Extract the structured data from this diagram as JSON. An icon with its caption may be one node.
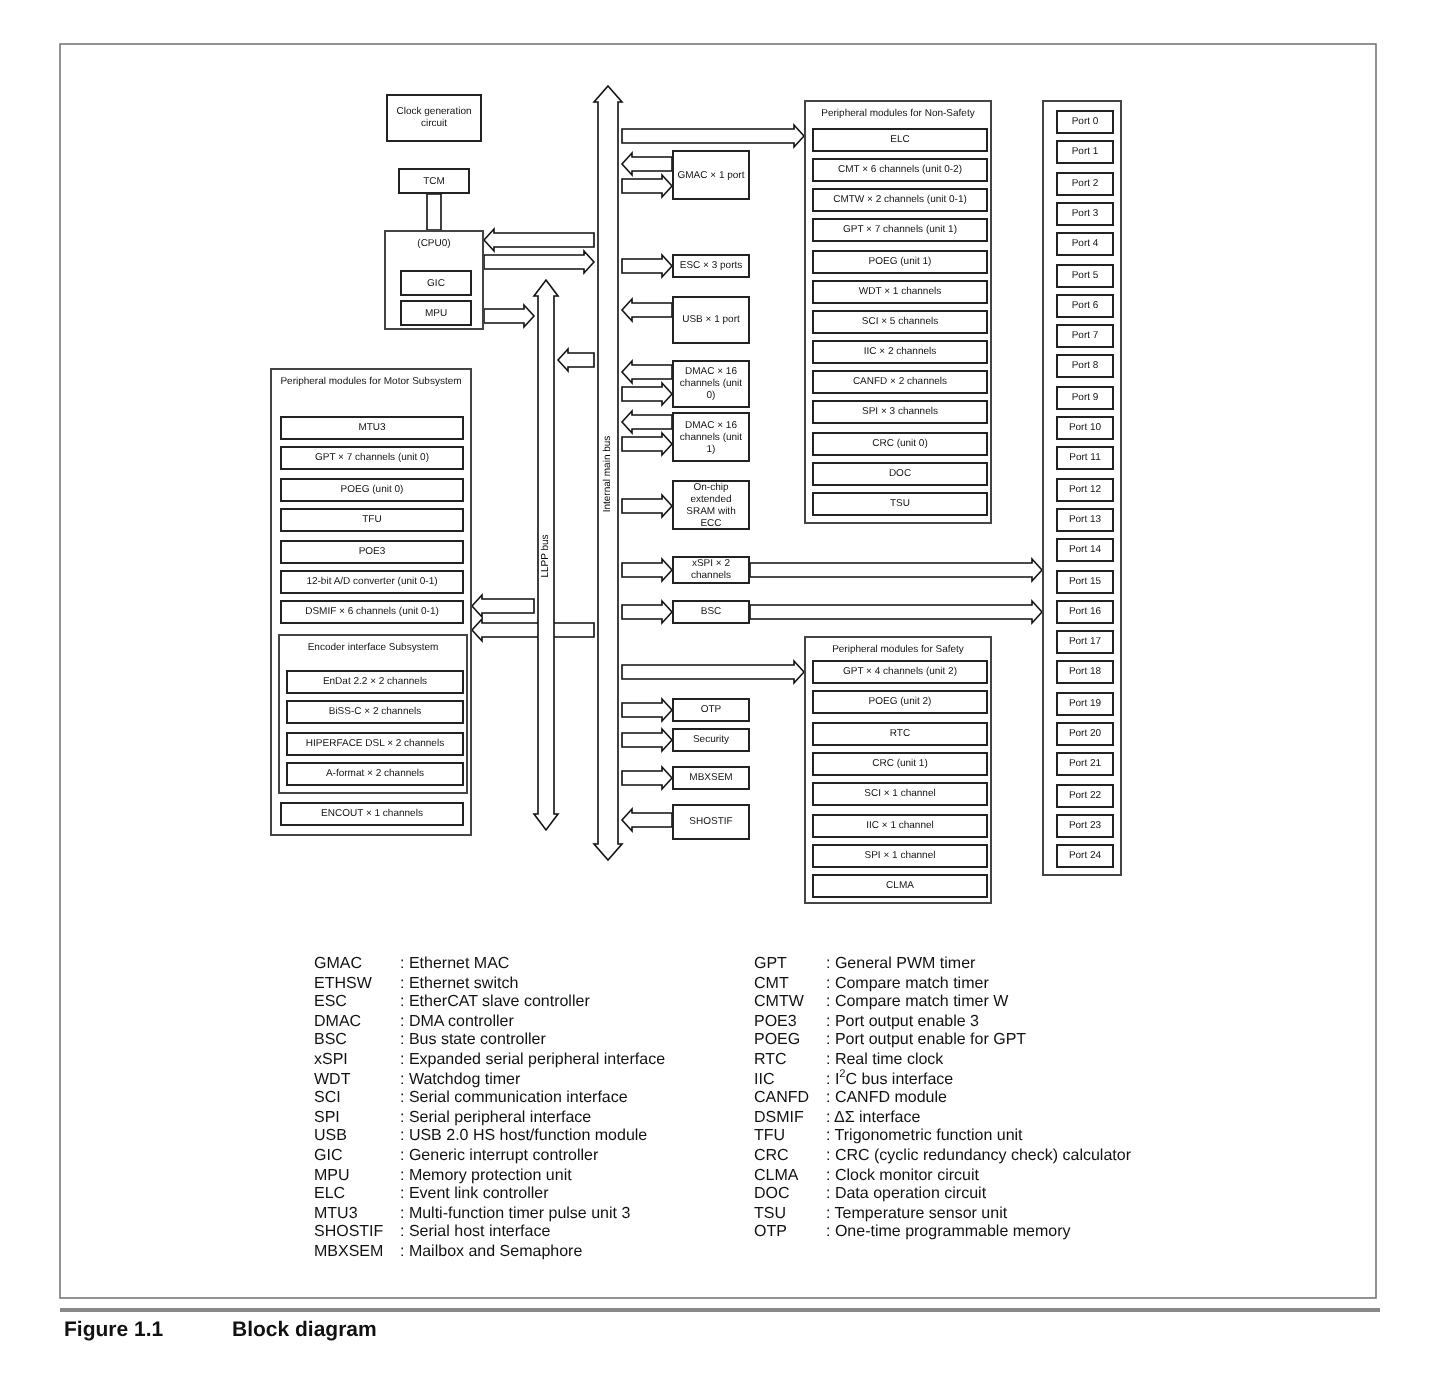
{
  "diagram": {
    "caption": "Figure 1.1",
    "nodes": [
      {
        "text": [
          "Clock generation circuit"
        ]
      },
      {
        "text": [
          "TCM"
        ]
      },
      {
        "text": [
          "(CPU0)"
        ]
      },
      {
        "text": [
          "GIC"
        ],
        "in": 2
      },
      {
        "text": [
          "MPU"
        ],
        "in": 2
      },
      {
        "text": [
          "Peripheral modules for Motor Subsystem"
        ]
      },
      {
        "text": [
          "MTU3"
        ],
        "in": 5
      },
      {
        "text": [
          "GPT × 7 channels (unit 0)"
        ],
        "in": 5
      },
      {
        "text": [
          "POEG (unit 0)"
        ],
        "in": 5
      },
      {
        "text": [
          "TFU"
        ],
        "in": 5
      },
      {
        "text": [
          "POE3"
        ],
        "in": 5
      },
      {
        "text": [
          "12-bit A/D converter (unit 0-1)"
        ],
        "in": 5
      },
      {
        "text": [
          "DSMIF × 6 channels (unit 0-1)"
        ],
        "in": 5
      },
      {
        "text": [
          "Encoder interface Subsystem"
        ],
        "in": 5
      },
      {
        "text": [
          "EnDat 2.2 × 2 channels"
        ],
        "in": 13
      },
      {
        "text": [
          "BiSS-C × 2 channels"
        ],
        "in": 13
      },
      {
        "text": [
          "HIPERFACE DSL × 2 channels"
        ],
        "in": 13
      },
      {
        "text": [
          "A-format × 2 channels"
        ],
        "in": 13
      },
      {
        "text": [
          "ENCOUT × 1 channels"
        ],
        "in": 5
      },
      {
        "text": [
          "LLPP bus"
        ]
      },
      {
        "text": [
          "Internal main bus"
        ]
      },
      {
        "text": [
          "GMAC × 1 port"
        ]
      },
      {
        "text": [
          "ESC × 3 ports"
        ]
      },
      {
        "text": [
          "USB × 1 port"
        ]
      },
      {
        "text": [
          "DMAC × 16 channels (unit 0)"
        ]
      },
      {
        "text": [
          "DMAC × 16 channels (unit 1)"
        ]
      },
      {
        "text": [
          "On-chip extended SRAM with ECC"
        ]
      },
      {
        "text": [
          "xSPI × 2 channels"
        ]
      },
      {
        "text": [
          "BSC"
        ]
      },
      {
        "text": [
          "OTP"
        ]
      },
      {
        "text": [
          "Security"
        ]
      },
      {
        "text": [
          "MBXSEM"
        ]
      },
      {
        "text": [
          "SHOSTIF"
        ]
      },
      {
        "text": [
          "Peripheral modules for Non-Safety"
        ]
      },
      {
        "text": [
          "ELC"
        ],
        "in": 33
      },
      {
        "text": [
          "CMT × 6 channels (unit 0-2)"
        ],
        "in": 33
      },
      {
        "text": [
          "CMTW × 2 channels (unit 0-1)"
        ],
        "in": 33
      },
      {
        "text": [
          "GPT × 7 channels (unit 1)"
        ],
        "in": 33
      },
      {
        "text": [
          "POEG (unit 1)"
        ],
        "in": 33
      },
      {
        "text": [
          "WDT × 1 channels"
        ],
        "in": 33
      },
      {
        "text": [
          "SCI × 5 channels"
        ],
        "in": 33
      },
      {
        "text": [
          "IIC × 2 channels"
        ],
        "in": 33
      },
      {
        "text": [
          "CANFD × 2 channels"
        ],
        "in": 33
      },
      {
        "text": [
          "SPI × 3 channels"
        ],
        "in": 33
      },
      {
        "text": [
          "CRC (unit 0)"
        ],
        "in": 33
      },
      {
        "text": [
          "DOC"
        ],
        "in": 33
      },
      {
        "text": [
          "TSU"
        ],
        "in": 33
      },
      {
        "text": [
          "Peripheral modules for Safety"
        ]
      },
      {
        "text": [
          "GPT × 4 channels (unit 2)"
        ],
        "in": 47
      },
      {
        "text": [
          "POEG (unit 2)"
        ],
        "in": 47
      },
      {
        "text": [
          "RTC"
        ],
        "in": 47
      },
      {
        "text": [
          "CRC (unit 1)"
        ],
        "in": 47
      },
      {
        "text": [
          "SCI × 1 channel"
        ],
        "in": 47
      },
      {
        "text": [
          "IIC × 1 channel"
        ],
        "in": 47
      },
      {
        "text": [
          "SPI × 1 channel"
        ],
        "in": 47
      },
      {
        "text": [
          "CLMA"
        ],
        "in": 47
      },
      {
        "text": [],
        "shape": "box"
      },
      {
        "text": [
          "Port 0"
        ],
        "in": 56
      },
      {
        "text": [
          "Port 1"
        ],
        "in": 56
      },
      {
        "text": [
          "Port 2"
        ],
        "in": 56
      },
      {
        "text": [
          "Port 3"
        ],
        "in": 56
      },
      {
        "text": [
          "Port 4"
        ],
        "in": 56
      },
      {
        "text": [
          "Port 5"
        ],
        "in": 56
      },
      {
        "text": [
          "Port 6"
        ],
        "in": 56
      },
      {
        "text": [
          "Port 7"
        ],
        "in": 56
      },
      {
        "text": [
          "Port 8"
        ],
        "in": 56
      },
      {
        "text": [
          "Port 9"
        ],
        "in": 56
      },
      {
        "text": [
          "Port 10"
        ],
        "in": 56
      },
      {
        "text": [
          "Port 11"
        ],
        "in": 56
      },
      {
        "text": [
          "Port 12"
        ],
        "in": 56
      },
      {
        "text": [
          "Port 13"
        ],
        "in": 56
      },
      {
        "text": [
          "Port 14"
        ],
        "in": 56
      },
      {
        "text": [
          "Port 15"
        ],
        "in": 56
      },
      {
        "text": [
          "Port 16"
        ],
        "in": 56
      },
      {
        "text": [
          "Port 17"
        ],
        "in": 56
      },
      {
        "text": [
          "Port 18"
        ],
        "in": 56
      },
      {
        "text": [
          "Port 19"
        ],
        "in": 56
      },
      {
        "text": [
          "Port 20"
        ],
        "in": 56
      },
      {
        "text": [
          "Port 21"
        ],
        "in": 56
      },
      {
        "text": [
          "Port 22"
        ],
        "in": 56
      },
      {
        "text": [
          "Port 23"
        ],
        "in": 56
      },
      {
        "text": [
          "Port 24"
        ],
        "in": 56
      }
    ],
    "edges": [
      {
        "from": 20,
        "to": 33,
        "arrow": "to"
      },
      {
        "from": 21,
        "to": 20,
        "arrow": "to"
      },
      {
        "from": 20,
        "to": 21,
        "arrow": "to"
      },
      {
        "from": 20,
        "to": 2,
        "arrow": "to"
      },
      {
        "from": 2,
        "to": 20,
        "arrow": "to"
      },
      {
        "from": 20,
        "to": 22,
        "arrow": "to"
      },
      {
        "from": 23,
        "to": 20,
        "arrow": "to"
      },
      {
        "from": 2,
        "to": 19,
        "arrow": "to"
      },
      {
        "from": 20,
        "to": 19,
        "arrow": "to"
      },
      {
        "from": 24,
        "to": 20,
        "arrow": "to"
      },
      {
        "from": 20,
        "to": 24,
        "arrow": "to"
      },
      {
        "from": 25,
        "to": 20,
        "arrow": "to"
      },
      {
        "from": 20,
        "to": 25,
        "arrow": "to"
      },
      {
        "from": 20,
        "to": 26,
        "arrow": "to"
      },
      {
        "from": 20,
        "to": 27,
        "arrow": "to"
      },
      {
        "from": 27,
        "to": 56,
        "arrow": "to"
      },
      {
        "from": 19,
        "to": 5,
        "arrow": "to"
      },
      {
        "from": 20,
        "to": 28,
        "arrow": "to"
      },
      {
        "from": 28,
        "to": 56,
        "arrow": "to"
      },
      {
        "from": 20,
        "to": 5,
        "arrow": "to"
      },
      {
        "from": 20,
        "to": 47,
        "arrow": "to"
      },
      {
        "from": 20,
        "to": 29,
        "arrow": "to"
      },
      {
        "from": 20,
        "to": 30,
        "arrow": "to"
      },
      {
        "from": 20,
        "to": 31,
        "arrow": "to"
      },
      {
        "from": 32,
        "to": 20,
        "arrow": "to"
      },
      {
        "from": 2,
        "to": 1,
        "arrow": "none"
      }
    ],
    "labels": [
      "GMAC",
      ": Ethernet MAC",
      "GPT",
      ": General PWM timer",
      "ETHSW",
      ": Ethernet switch",
      "CMT",
      ": Compare match timer",
      "ESC",
      ": EtherCAT slave controller",
      "CMTW",
      ": Compare match timer W",
      "DMAC",
      ": DMA controller",
      "POE3",
      ": Port output enable 3",
      "BSC",
      ": Bus state controller",
      "POEG",
      ": Port output enable for GPT",
      "xSPI",
      ": Expanded serial peripheral interface",
      "RTC",
      ": Real time clock",
      "WDT",
      ": Watchdog timer",
      "IIC",
      ": I$^{2}$C bus interface",
      "SCI",
      ": Serial communication interface",
      "CANFD",
      ": CANFD module",
      "SPI",
      ": Serial peripheral interface",
      "DSMIF",
      ": ΔΣ interface",
      "USB",
      ": USB 2.0 HS host/function module",
      "TFU",
      ": Trigonometric function unit",
      "GIC",
      ": Generic interrupt controller",
      "CRC",
      ": CRC (cyclic redundancy check) calculator",
      "MPU",
      ": Memory protection unit",
      "CLMA",
      ": Clock monitor circuit",
      "ELC",
      ": Event link controller",
      "DOC",
      ": Data operation circuit",
      "MTU3",
      ": Multi-function timer pulse unit 3",
      "TSU",
      ": Temperature sensor unit",
      "SHOSTIF",
      ": Serial host interface",
      "OTP",
      ": One-time programmable memory",
      "MBXSEM",
      ": Mailbox and Semaphore",
      "Block diagram"
    ]
  }
}
